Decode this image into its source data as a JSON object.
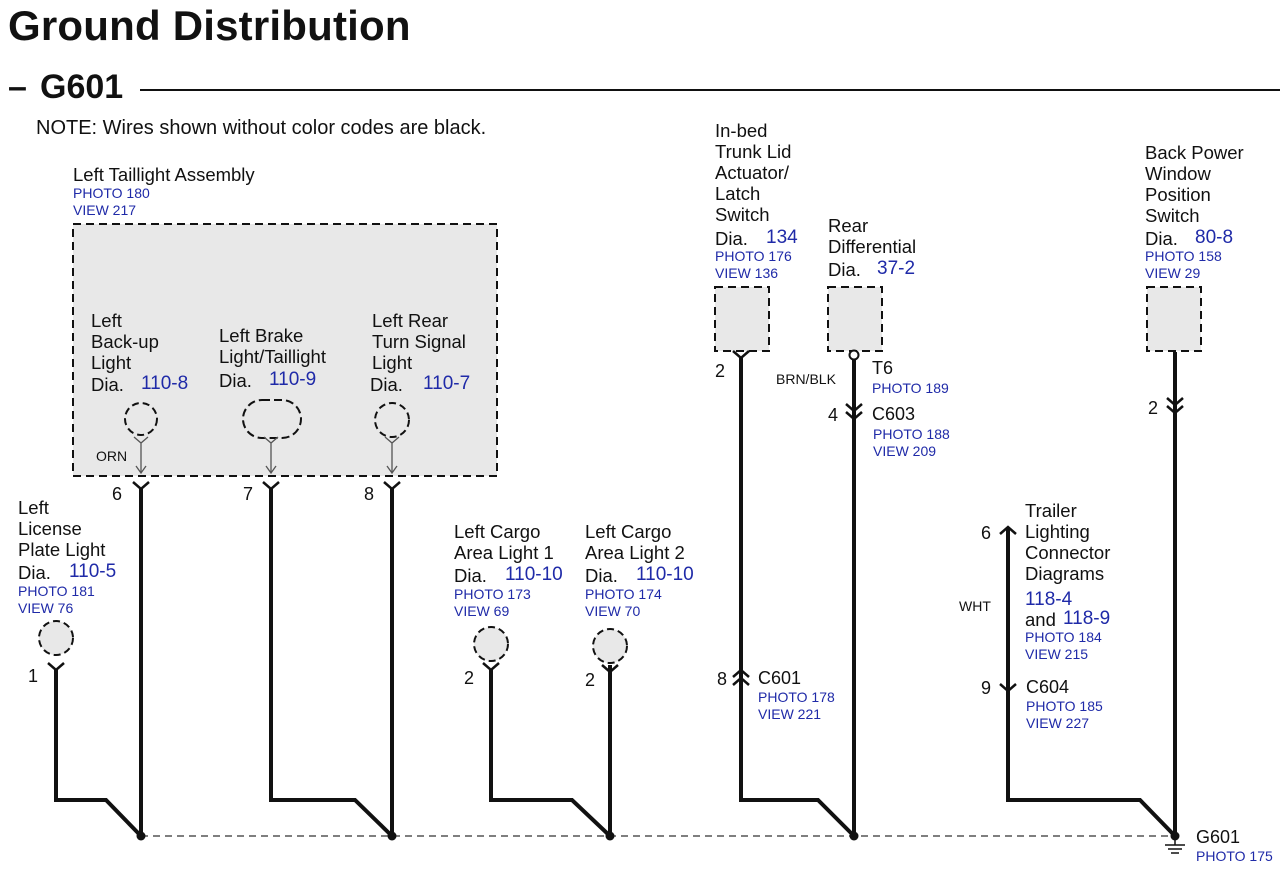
{
  "header": {
    "title": "Ground Distribution",
    "dash": "–",
    "ground_id": "G601",
    "note": "NOTE: Wires shown without color codes are black."
  },
  "taillight_assembly": {
    "label": "Left Taillight Assembly",
    "refs": "PHOTO 180\nVIEW 217"
  },
  "components": {
    "backup": {
      "label": "Left\nBack-up\nLight",
      "dia_label": "Dia.",
      "dia": "110-8",
      "wire_color": "ORN",
      "pin": "6"
    },
    "brake": {
      "label": "Left Brake\nLight/Taillight",
      "dia_label": "Dia.",
      "dia": "110-9",
      "pin": "7"
    },
    "turn": {
      "label": "Left Rear\nTurn Signal\nLight",
      "dia_label": "Dia.",
      "dia": "110-7",
      "pin": "8"
    },
    "license": {
      "label": "Left\nLicense\nPlate Light",
      "dia_label": "Dia.",
      "dia": "110-5",
      "refs": "PHOTO 181\nVIEW 76",
      "pin": "1"
    },
    "cargo1": {
      "label": "Left Cargo\nArea Light 1",
      "dia_label": "Dia.",
      "dia": "110-10",
      "refs": "PHOTO 173\nVIEW 69",
      "pin": "2"
    },
    "cargo2": {
      "label": "Left Cargo\nArea Light 2",
      "dia_label": "Dia.",
      "dia": "110-10",
      "refs": "PHOTO 174\nVIEW 70",
      "pin": "2"
    },
    "trunk": {
      "label": "In-bed\nTrunk Lid\nActuator/\nLatch\nSwitch",
      "dia_label": "Dia.",
      "dia": "134",
      "refs": "PHOTO 176\nVIEW 136",
      "pin": "2"
    },
    "diff": {
      "label": "Rear\nDifferential",
      "dia_label": "Dia.",
      "dia": "37-2",
      "wire_color": "BRN/BLK"
    },
    "backpower": {
      "label": "Back Power\nWindow\nPosition\nSwitch",
      "dia_label": "Dia.",
      "dia": "80-8",
      "refs": "PHOTO 158\nVIEW 29",
      "pin": "2"
    },
    "trailer": {
      "label": "Trailer\nLighting\nConnector\nDiagrams",
      "dia1": "118-4",
      "and": "and",
      "dia2": "118-9",
      "refs": "PHOTO 184\nVIEW 215",
      "wire_color": "WHT",
      "pin_top": "6",
      "pin_bottom": "9"
    }
  },
  "connectors": {
    "t6": {
      "name": "T6",
      "refs": "PHOTO 189"
    },
    "c603": {
      "name": "C603",
      "pin": "4",
      "refs": "PHOTO 188\nVIEW 209"
    },
    "c601": {
      "name": "C601",
      "pin": "8",
      "refs": "PHOTO 178\nVIEW 221"
    },
    "c604": {
      "name": "C604",
      "pin": "9",
      "refs": "PHOTO 185\nVIEW 227"
    }
  },
  "ground": {
    "name": "G601",
    "refs": "PHOTO 175"
  },
  "colors": {
    "link_blue": "#1f2aa8",
    "box_fill": "#e8e8e8",
    "line": "#111111"
  }
}
